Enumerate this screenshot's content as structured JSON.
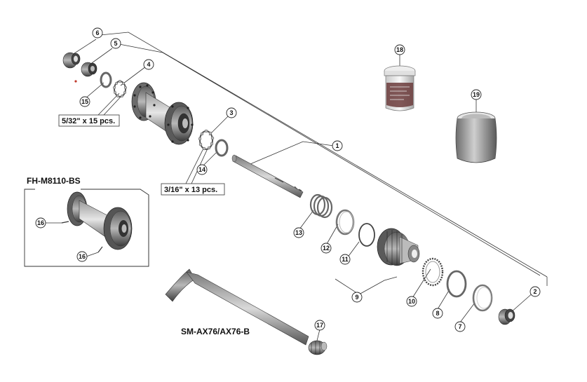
{
  "callouts": [
    {
      "id": "c1",
      "number": "1"
    },
    {
      "id": "c2",
      "number": "2"
    },
    {
      "id": "c3",
      "number": "3"
    },
    {
      "id": "c4",
      "number": "4"
    },
    {
      "id": "c5",
      "number": "5"
    },
    {
      "id": "c6",
      "number": "6"
    },
    {
      "id": "c7",
      "number": "7"
    },
    {
      "id": "c8",
      "number": "8"
    },
    {
      "id": "c9",
      "number": "9"
    },
    {
      "id": "c10",
      "number": "10"
    },
    {
      "id": "c11",
      "number": "11"
    },
    {
      "id": "c12",
      "number": "12"
    },
    {
      "id": "c13",
      "number": "13"
    },
    {
      "id": "c14",
      "number": "14"
    },
    {
      "id": "c15",
      "number": "15"
    },
    {
      "id": "c16a",
      "number": "16"
    },
    {
      "id": "c16b",
      "number": "16"
    },
    {
      "id": "c17",
      "number": "17"
    },
    {
      "id": "c18",
      "number": "18"
    },
    {
      "id": "c19",
      "number": "19"
    }
  ],
  "labels": {
    "ball_small": "5/32\" x 15 pcs.",
    "ball_large": "3/16\" x 13 pcs.",
    "inset_title": "FH-M8110-BS",
    "axle_model": "SM-AX76/AX76-B"
  },
  "colors": {
    "part_dark": "#4a4a4a",
    "part_mid": "#8a8a8a",
    "part_light": "#cfcfcf",
    "line": "#222222",
    "grease_label": "#6b3b3b"
  }
}
